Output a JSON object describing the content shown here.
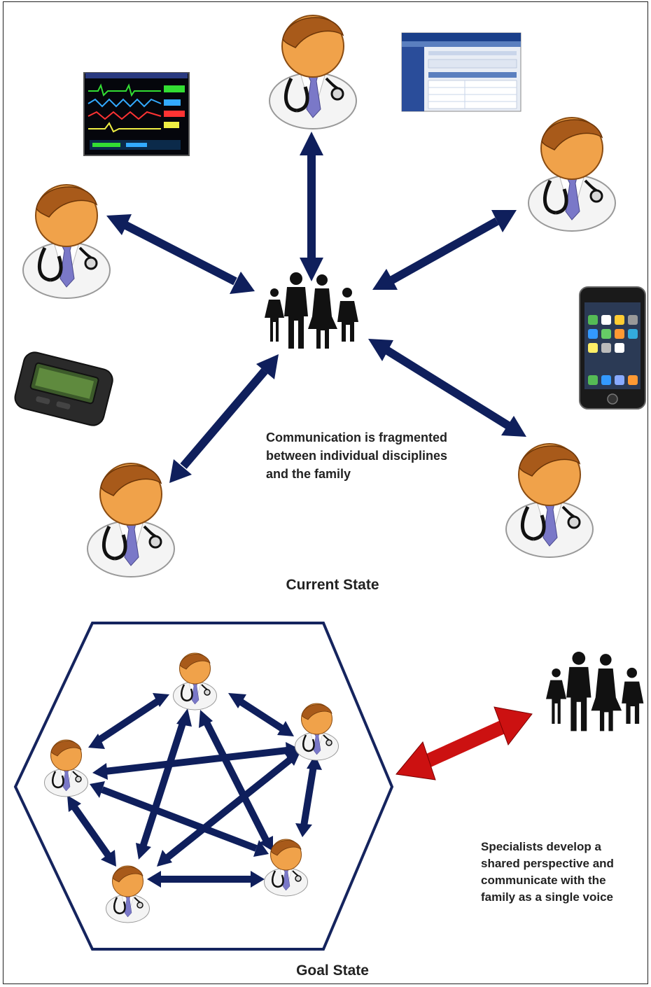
{
  "colors": {
    "arrow_navy": "#0f1f5c",
    "arrow_red": "#cc1111",
    "hexagon": "#15245e",
    "skin": "#f0a24a",
    "hair": "#a85a1a",
    "coat": "#f4f4f4",
    "tie": "#7a78c8",
    "family": "#111111"
  },
  "icons": {
    "doctor": "doctor-icon",
    "family": "family-icon",
    "monitor": "vital-signs-monitor-icon",
    "ehr": "ehr-screen-icon",
    "pager": "pager-icon",
    "phone": "smartphone-icon"
  },
  "current_state": {
    "caption": "Communication is fragmented between individual disciplines and the family",
    "label": "Current State"
  },
  "goal_state": {
    "caption": "Specialists develop a shared perspective and communicate with the family as a single voice",
    "label": "Goal State"
  }
}
